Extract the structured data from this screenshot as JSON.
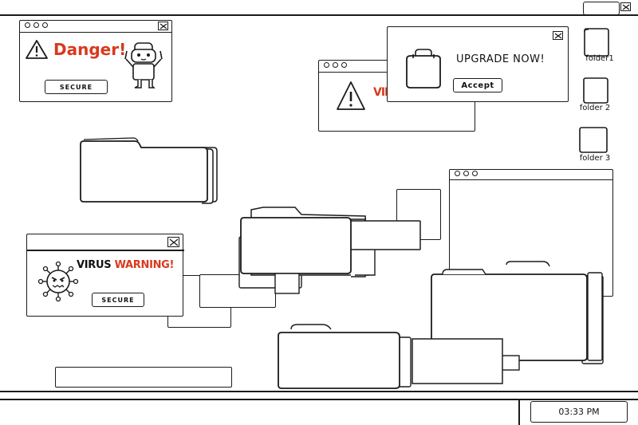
{
  "popups": {
    "danger": {
      "title": "Danger!",
      "button": "SECURE"
    },
    "virus_behind": {
      "partial_text": "VII"
    },
    "upgrade": {
      "title": "UPGRADE NOW!",
      "button": "Accept"
    },
    "virus_warning": {
      "title_part1": "VIRUS ",
      "title_part2": "WARNING!",
      "button": "SECURE"
    }
  },
  "desktop_icons": [
    {
      "label": "folder1"
    },
    {
      "label": "folder 2"
    },
    {
      "label": "folder 3"
    }
  ],
  "taskbar": {
    "clock": "03:33 PM"
  },
  "colors": {
    "accent_red": "#d9391d",
    "ink": "#1b1b1b"
  }
}
